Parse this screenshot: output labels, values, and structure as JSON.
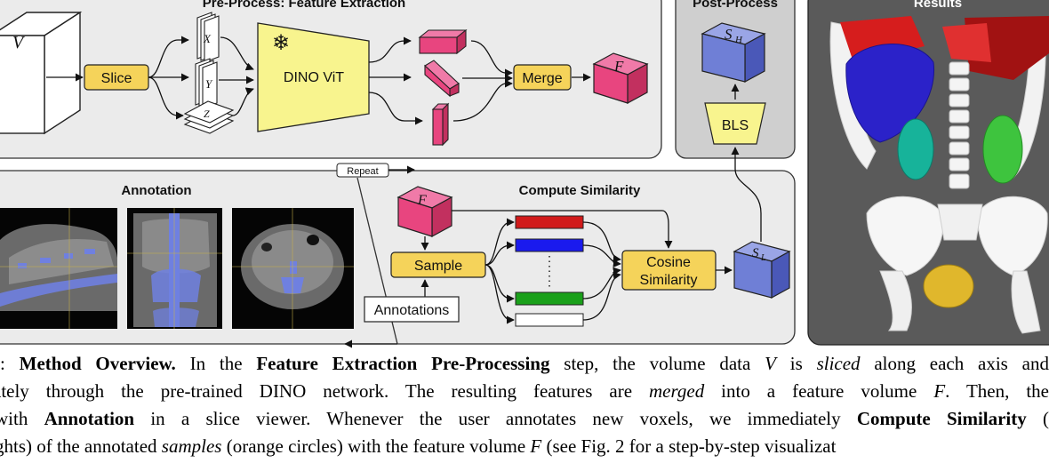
{
  "panels": {
    "preprocess_title": "Pre-Process: Feature Extraction",
    "postprocess_title": "Post-Process",
    "results_title": "Results",
    "annotation_title": "Annotation",
    "similarity_title": "Compute Similarity"
  },
  "nodes": {
    "volume_symbol": "V",
    "slice": "Slice",
    "axis_x": "X",
    "axis_y": "Y",
    "axis_z": "Z",
    "dino": "DINO ViT",
    "merge": "Merge",
    "feature_symbol": "F",
    "bls": "BLS",
    "sh_symbol": "S",
    "sh_sub": "H",
    "repeat": "Repeat",
    "sample": "Sample",
    "annotations": "Annotations",
    "cosine_line1": "Cosine",
    "cosine_line2": "Similarity",
    "sl_symbol": "S",
    "sl_sub": "L",
    "feature_symbol_2": "F"
  },
  "colors": {
    "node_orange": "#f5d35a",
    "dino_yellow": "#f8f48e",
    "feature_pink": "#e8457f",
    "cube_blue": "#6f7fd6",
    "panel_gray": "#ebebeb",
    "post_gray": "#cfcfcf",
    "results_bg": "#5a5a5a",
    "bar_red": "#d11a1a",
    "bar_blue": "#1a1aee",
    "bar_green": "#1aa01a"
  },
  "caption": {
    "line0": {
      "p1": ": ",
      "b1": "Method Overview.",
      "p2": " In the ",
      "b2": "Feature Extraction Pre-Processing",
      "p3": " step, the volume data ",
      "m1": "V",
      "p4": " is ",
      "i1": "sliced",
      "p5": " along each axis and"
    },
    "line1": {
      "p1": "ately through the pre-trained DINO network. The resulting features are ",
      "i1": "merged",
      "p2": " into a feature volume ",
      "m1": "F",
      "p3": ". Then, the"
    },
    "line2": {
      "p1": "with ",
      "b1": "Annotation",
      "p2": " in a slice viewer. Whenever the user annotates new voxels, we immediately ",
      "b2": "Compute Similarity",
      "p3": " ("
    },
    "line3": {
      "p1": "ghts) of the annotated ",
      "i1": "samples",
      "p2": " (orange circles) with the feature volume ",
      "m1": "F",
      "p3": " (see Fig. 2 for a step-by-step visualizat"
    }
  }
}
